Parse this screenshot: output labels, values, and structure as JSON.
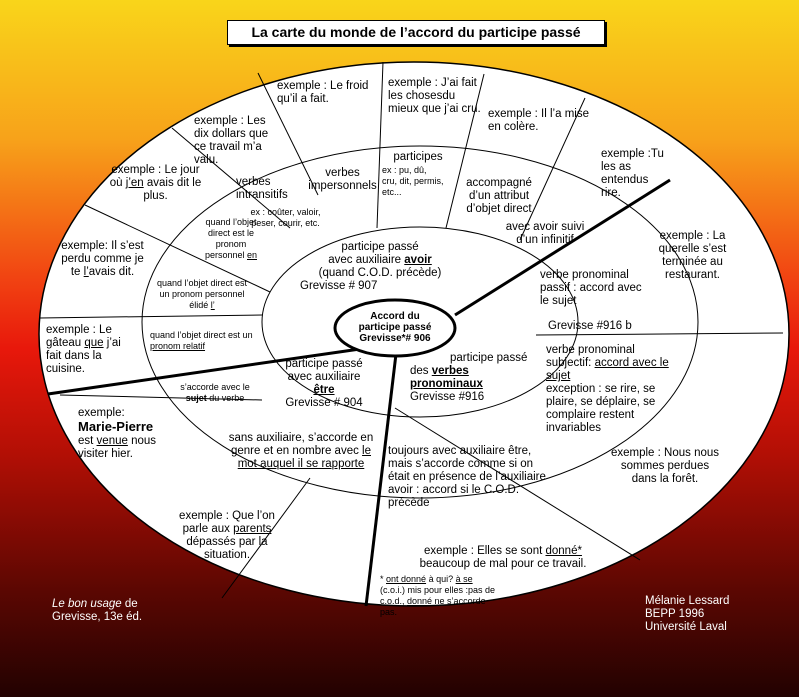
{
  "title": "La carte du monde de l’accord du participe passé",
  "center": {
    "line1": "Accord du",
    "line2": "participe passé",
    "line3": "Grevisse*# 906"
  },
  "inner": {
    "avoir": {
      "l1": "participe passé",
      "l2a": "avec auxiliaire ",
      "l2b": "avoir",
      "l3": "(quand C.O.D. précède)",
      "l4": "Grevisse # 907"
    },
    "etre": {
      "l1": "participe passé",
      "l2": "avec auxiliaire",
      "l3": "être",
      "l4": "Grevisse # 904"
    },
    "pronominaux": {
      "l1": "participe passé",
      "l2a": "des ",
      "l2b": "verbes",
      "l3": "pronominaux",
      "l4": "Grevisse #916"
    }
  },
  "middle": {
    "vimp": "verbes impersonnels",
    "vintr": "verbes intransitifs",
    "vintr_ex": "ex : coûter, valoir, peser, courir, etc.",
    "participes": "participes",
    "participes_ex": "ex : pu, dû, cru, dit, permis, etc...",
    "attribut": "accompagné d’un attribut d’objet direct",
    "infinitif": "avec avoir suivi d’un infinitif",
    "pronom_en_a": "quand l’objet direct est le pronom personnel ",
    "pronom_en_b": "en",
    "elide_a": "quand l’objet direct est un pronom personnel élidé ",
    "elide_b": "l’",
    "relatif_a": "quand l’objet direct est un ",
    "relatif_b": "pronom relatif",
    "sujet_a": "s’accorde avec le ",
    "sujet_b": "sujet",
    "sujet_c": " du verbe",
    "sans_aux_a": "sans auxiliaire, s’accorde en genre et en nombre avec ",
    "sans_aux_b": "le mot auquel il se rapporte",
    "toujours": "toujours avec auxiliaire être, mais s’accorde comme si on était en présence de l’auxiliaire avoir : accord si le C.O.D. précède",
    "passif_a": "verbe pronominal passif : accord avec le sujet",
    "passif_b": "Grevisse #916 b",
    "subjectif_a": "verbe pronominal subjectif: ",
    "subjectif_b": "accord avec le sujet",
    "subjectif_c": "exception : se rire, se plaire, se déplaire, se complaire restent invariables"
  },
  "outer": {
    "froid": "exemple : Le froid qu’il a fait.",
    "choses": "exemple : J’ai fait les chosesdu mieux que j’ai cru.",
    "colere": "exemple : Il l’a mise en colère.",
    "entendus": "exemple :Tu les as entendus rire.",
    "querelle": "exemple : La querelle s’est terminée au restaurant.",
    "dollars": "exemple : Les dix dollars que ce travail m’a valu.",
    "jour_a": "exemple : Le jour où ",
    "jour_b": "j’en",
    "jour_c": " avais dit le plus.",
    "perdu_a": "exemple: Il s’est perdu comme je te ",
    "perdu_b": "l’",
    "perdu_c": "avais dit.",
    "gateau_a": "exemple : Le gâteau ",
    "gateau_b": "que",
    "gateau_c": " j’ai fait dans la cuisine.",
    "marie_a": "exemple:",
    "marie_b": "Marie-Pierre",
    "marie_c": "est ",
    "marie_d": "venue",
    "marie_e": " nous visiter hier.",
    "parents_a": "exemple : Que l’on parle aux ",
    "parents_b": "parents",
    "parents_c": " dépassés par la situation.",
    "donne_a": "exemple : Elles se sont ",
    "donne_b": "donné*",
    "donne_c": " beaucoup de mal pour ce travail.",
    "donne_note_a": "* ",
    "donne_note_b": "ont donné",
    "donne_note_c": " à qui? ",
    "donne_note_d": "à se",
    "donne_note_e": " (c.o.i.) mis pour elles :pas de c.o.d., ",
    "donne_note_f": "donné",
    "donne_note_g": " ne s’accorde pas.",
    "foret": "exemple : Nous nous sommes perdues dans la forêt."
  },
  "credits": {
    "left_a": "Le bon usage",
    "left_b": " de Grevisse, 13e éd.",
    "right_1": "Mélanie Lessard",
    "right_2": "BEPP  1996",
    "right_3": "Université Laval"
  },
  "colors": {
    "bg_top": "#f9d51a",
    "bg_mid": "#e8180b",
    "bg_bottom": "#220201",
    "fill": "#ffffff",
    "stroke": "#000000"
  }
}
